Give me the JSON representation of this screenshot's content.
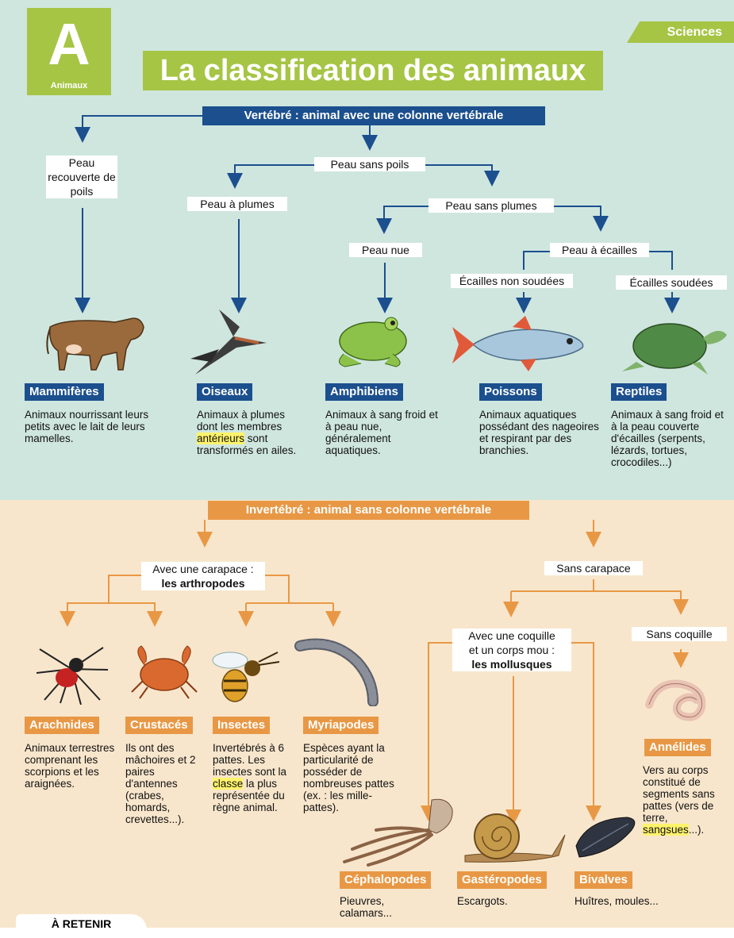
{
  "header": {
    "letter": "A",
    "letter_caption": "Animaux",
    "category": "Sciences",
    "title": "La classification des animaux"
  },
  "vertebrates": {
    "banner": "Vertébré : animal avec une colonne vertébrale",
    "nodes": {
      "peau_poils": "Peau recouverte de poils",
      "peau_sans_poils": "Peau sans poils",
      "peau_plumes": "Peau à plumes",
      "peau_sans_plumes": "Peau sans plumes",
      "peau_nue": "Peau nue",
      "peau_ecailles": "Peau à écailles",
      "ecailles_non_soudees": "Écailles non soudées",
      "ecailles_soudees": "Écailles soudées"
    },
    "groups": [
      {
        "name": "Mammifères",
        "desc": "Animaux nourrissant leurs petits avec le lait de leurs mamelles."
      },
      {
        "name": "Oiseaux",
        "desc_before": "Animaux à plumes dont les membres ",
        "highlight": "antérieurs",
        "desc_after": " sont transformés en ailes."
      },
      {
        "name": "Amphibiens",
        "desc": "Animaux à sang froid et à peau nue, généralement aquatiques."
      },
      {
        "name": "Poissons",
        "desc": "Animaux aquatiques possédant des nageoires et respirant par des branchies."
      },
      {
        "name": "Reptiles",
        "desc": "Animaux à sang froid et à la peau couverte d'écailles (serpents, lézards, tortues, crocodiles...)"
      }
    ]
  },
  "invertebrates": {
    "banner": "Invertébré : animal sans colonne vertébrale",
    "nodes": {
      "carapace_1": "Avec une carapace :",
      "carapace_2": "les arthropodes",
      "sans_carapace": "Sans carapace",
      "coquille_1": "Avec une coquille",
      "coquille_2": "et un corps mou :",
      "coquille_3": "les mollusques",
      "sans_coquille": "Sans coquille"
    },
    "groups": [
      {
        "name": "Arachnides",
        "desc": "Animaux terrestres comprenant les scorpions et les araignées."
      },
      {
        "name": "Crustacés",
        "desc": "Ils ont des mâchoires et 2 paires d'antennes (crabes, homards, crevettes...)."
      },
      {
        "name": "Insectes",
        "desc_before": "Invertébrés à 6 pattes. Les insectes sont la ",
        "highlight": "classe",
        "desc_after": " la plus représentée du règne animal."
      },
      {
        "name": "Myriapodes",
        "desc": "Espèces ayant la particularité de posséder de nombreuses pattes (ex. : les mille-pattes)."
      },
      {
        "name": "Annélides",
        "desc_before": "Vers au corps constitué de segments sans pattes (vers de terre, ",
        "highlight": "sangsues",
        "desc_after": "...)."
      },
      {
        "name": "Céphalopodes",
        "desc": "Pieuvres, calamars..."
      },
      {
        "name": "Gastéropodes",
        "desc": "Escargots."
      },
      {
        "name": "Bivalves",
        "desc": "Huîtres, moules..."
      }
    ]
  },
  "footer": {
    "retenir": "À RETENIR"
  },
  "colors": {
    "green": "#a6c545",
    "blue": "#1b4f8e",
    "orange": "#e89845",
    "top_bg": "#cfe6df",
    "bottom_bg": "#f8e6cc"
  }
}
